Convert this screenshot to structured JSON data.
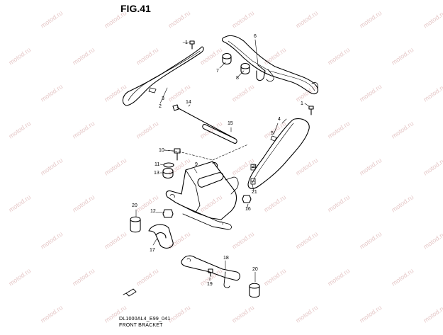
{
  "figure": {
    "title": "FIG.41",
    "code": "DL1000AL4_E99_041",
    "caption": "FRONT BRACKET",
    "watermark": "motod.ru"
  },
  "callouts": [
    "1",
    "2",
    "3",
    "4",
    "5",
    "6",
    "7",
    "8",
    "9",
    "10",
    "11",
    "12",
    "13",
    "14",
    "15",
    "16",
    "17",
    "18",
    "19",
    "20",
    "21"
  ],
  "colors": {
    "line": "#000000",
    "watermark": "#e6c9c9",
    "background": "#ffffff"
  }
}
